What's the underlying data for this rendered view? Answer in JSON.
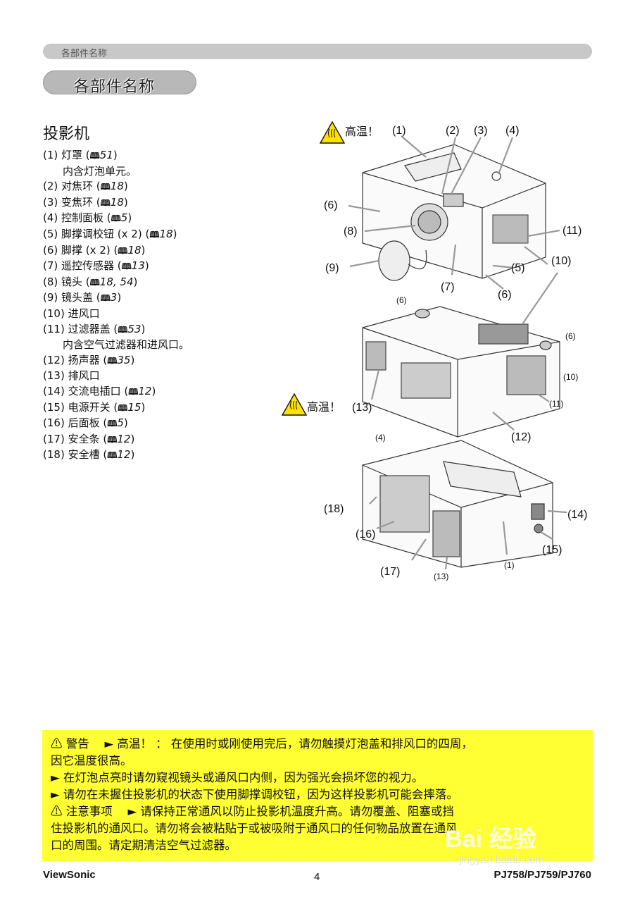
{
  "header": {
    "breadcrumb": "各部件名称",
    "section_title": "各部件名称"
  },
  "projector": {
    "title": "投影机",
    "items": [
      {
        "num": "(1) ",
        "name": "灯罩 (",
        "ref": "51",
        "end": ")",
        "note": "内含灯泡单元。"
      },
      {
        "num": "(2) ",
        "name": "对焦环 (",
        "ref": "18",
        "end": ")"
      },
      {
        "num": "(3) ",
        "name": "变焦环 (",
        "ref": "18",
        "end": ")"
      },
      {
        "num": "(4) ",
        "name": "控制面板 (",
        "ref": "5",
        "end": ")"
      },
      {
        "num": "(5) ",
        "name": "脚撑调校钮 (x 2) (",
        "ref": "18",
        "end": ")"
      },
      {
        "num": "(6) ",
        "name": "脚撑 (x 2) (",
        "ref": "18",
        "end": ")"
      },
      {
        "num": "(7) ",
        "name": "遥控传感器 (",
        "ref": "13",
        "end": ")"
      },
      {
        "num": "(8) ",
        "name": "镜头 (",
        "ref": "18, 54",
        "end": ")"
      },
      {
        "num": "(9) ",
        "name": "镜头盖 (",
        "ref": "3",
        "end": ")"
      },
      {
        "num": "(10) ",
        "name": "进风口",
        "ref": "",
        "end": ""
      },
      {
        "num": "(11) ",
        "name": "过滤器盖 (",
        "ref": "53",
        "end": ")",
        "note": "内含空气过滤器和进风口。"
      },
      {
        "num": "(12) ",
        "name": "扬声器 (",
        "ref": "35",
        "end": ")"
      },
      {
        "num": "(13) ",
        "name": "排风口",
        "ref": "",
        "end": ""
      },
      {
        "num": "(14) ",
        "name": "交流电插口 (",
        "ref": "12",
        "end": ")"
      },
      {
        "num": "(15) ",
        "name": "电源开关 (",
        "ref": "15",
        "end": ")"
      },
      {
        "num": "(16) ",
        "name": "后面板 (",
        "ref": "5",
        "end": ")"
      },
      {
        "num": "(17) ",
        "name": "安全条 (",
        "ref": "12",
        "end": ")"
      },
      {
        "num": "(18) ",
        "name": "安全槽 (",
        "ref": "12",
        "end": ")"
      }
    ],
    "book_icon": "book-icon"
  },
  "diagram": {
    "hot_label": "高温！",
    "labels": {
      "l1": "(1)",
      "l2": "(2)",
      "l3": "(3)",
      "l4": "(4)",
      "l5": "(5)",
      "l6a": "(6)",
      "l6b": "(6)",
      "l7": "(7)",
      "l8": "(8)",
      "l9": "(9)",
      "l10": "(10)",
      "l11": "(11)",
      "m6a": "(6)",
      "m6b": "(6)",
      "m10": "(10)",
      "m11": "(11)",
      "m12": "(12)",
      "m13": "(13)",
      "b1": "(1)",
      "b4": "(4)",
      "b13": "(13)",
      "b14": "(14)",
      "b15": "(15)",
      "b16": "(16)",
      "b17": "(17)",
      "b18": "(18)"
    }
  },
  "warning": {
    "line1": "⚠ 警告　 ► 高温！ ： 在使用时或刚使用完后，请勿触摸灯泡盖和排风口的四周，",
    "line2": "因它温度很高。",
    "line3": "► 在灯泡点亮时请勿窥视镜头或通风口内侧，因为强光会损坏您的视力。",
    "line4": "► 请勿在未握住投影机的状态下使用脚撑调校钮，因为这样投影机可能会摔落。",
    "line5": "⚠ 注意事项　 ► 请保持正常通风以防止投影机温度升高。请勿覆盖、阻塞或挡",
    "line6": "住投影机的通风口。请勿将会被粘贴于或被吸附于通风口的任何物品放置在通风",
    "line7": "口的周围。请定期清洁空气过滤器。"
  },
  "footer": {
    "brand": "ViewSonic",
    "page": "4",
    "model": "PJ758/PJ759/PJ760"
  },
  "watermark": {
    "text": "Bai 经验",
    "url": "jingyan.baidu.com"
  }
}
